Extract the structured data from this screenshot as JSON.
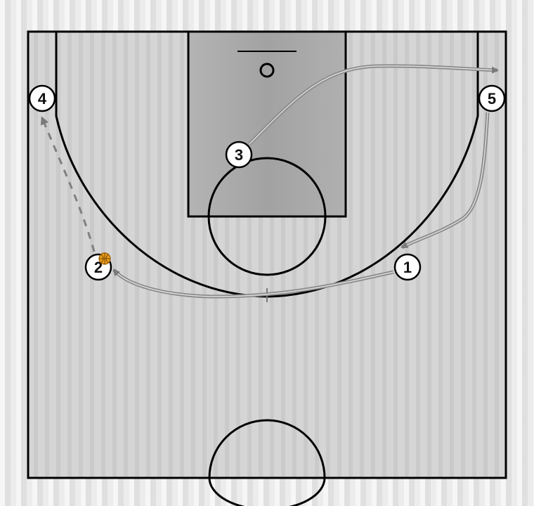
{
  "diagram": {
    "type": "basketball-half-court-play",
    "colors": {
      "court": "#d3d3d3",
      "paint": "#a9a9a9",
      "lines": "#000000",
      "player_fill": "#ffffff",
      "cut_arrow": "#8a8a8a",
      "pass_arrow": "#808080",
      "ball": "#e8a020"
    },
    "players": [
      {
        "label": "1",
        "name": "player-1"
      },
      {
        "label": "2",
        "name": "player-2",
        "has_ball": true
      },
      {
        "label": "3",
        "name": "player-3"
      },
      {
        "label": "4",
        "name": "player-4"
      },
      {
        "label": "5",
        "name": "player-5"
      }
    ],
    "movements": [
      {
        "from": "3",
        "to": "right corner",
        "kind": "cut"
      },
      {
        "from": "5",
        "to": "1",
        "kind": "cut"
      },
      {
        "from": "1",
        "to": "2",
        "kind": "cut"
      },
      {
        "from": "2",
        "to": "4",
        "kind": "pass"
      }
    ]
  }
}
